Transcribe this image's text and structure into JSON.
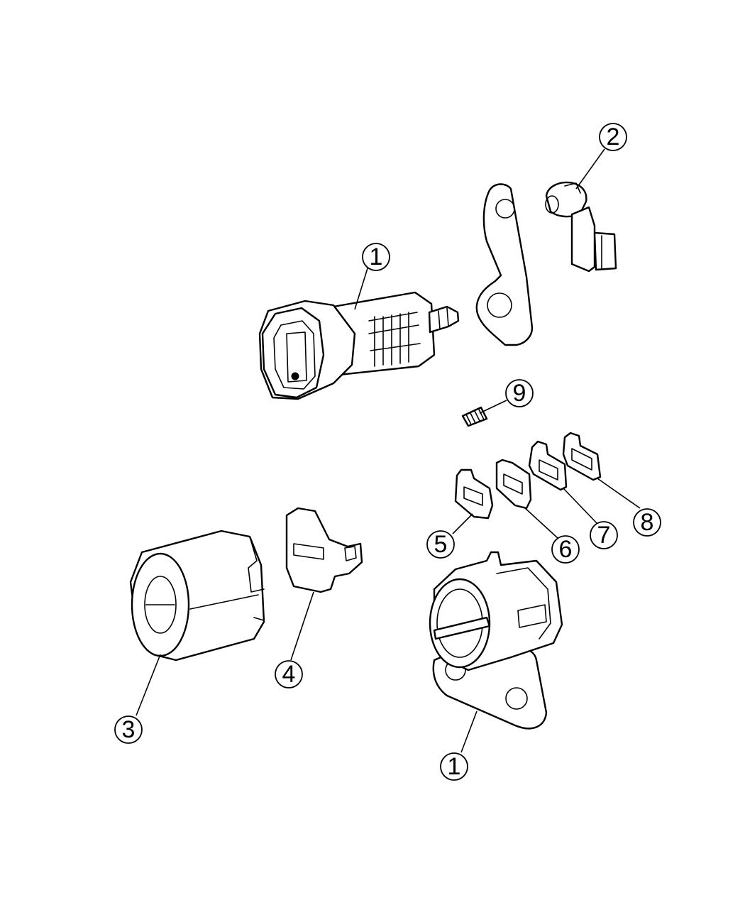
{
  "callouts": {
    "c1_upper": "1",
    "c2": "2",
    "c9": "9",
    "c5": "5",
    "c6": "6",
    "c7": "7",
    "c8": "8",
    "c3": "3",
    "c4": "4",
    "c1_lower": "1"
  },
  "colors": {
    "line": "#000000",
    "background": "#ffffff"
  }
}
